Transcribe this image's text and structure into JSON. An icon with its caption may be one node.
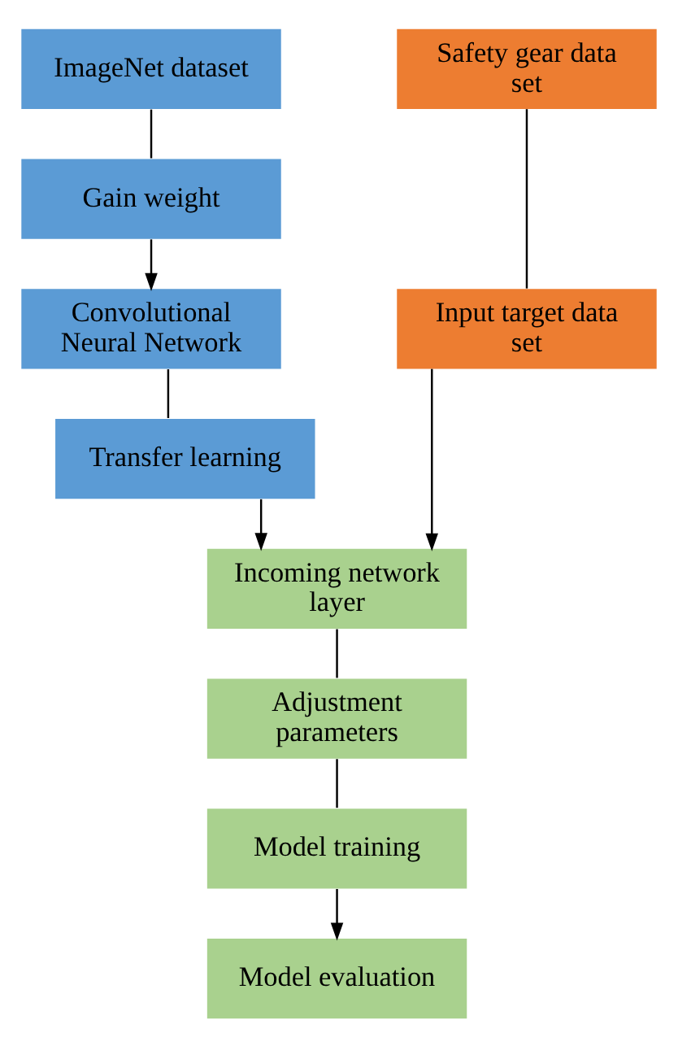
{
  "diagram": {
    "nodes": [
      {
        "text": [
          "ImageNet dataset"
        ]
      },
      {
        "text": [
          "Gain weight"
        ]
      },
      {
        "text": [
          "Convolutional Neural Network"
        ]
      },
      {
        "text": [
          "Transfer learning"
        ]
      },
      {
        "text": [
          "Safety gear data set"
        ]
      },
      {
        "text": [
          "Input target data set"
        ]
      },
      {
        "text": [
          "Incoming network layer"
        ]
      },
      {
        "text": [
          "Adjustment parameters"
        ]
      },
      {
        "text": [
          "Model training"
        ]
      },
      {
        "text": [
          "Model evaluation"
        ]
      }
    ],
    "edges": [
      {
        "from": 0,
        "to": 1,
        "arrow": "none"
      },
      {
        "from": 1,
        "to": 2,
        "arrow": "to"
      },
      {
        "from": 2,
        "to": 3,
        "arrow": "none"
      },
      {
        "from": 3,
        "to": 6,
        "arrow": "to"
      },
      {
        "from": 4,
        "to": 5,
        "arrow": "none"
      },
      {
        "from": 5,
        "to": 6,
        "arrow": "to"
      },
      {
        "from": 6,
        "to": 7,
        "arrow": "none"
      },
      {
        "from": 7,
        "to": 8,
        "arrow": "none"
      },
      {
        "from": 8,
        "to": 9,
        "arrow": "to"
      }
    ]
  }
}
